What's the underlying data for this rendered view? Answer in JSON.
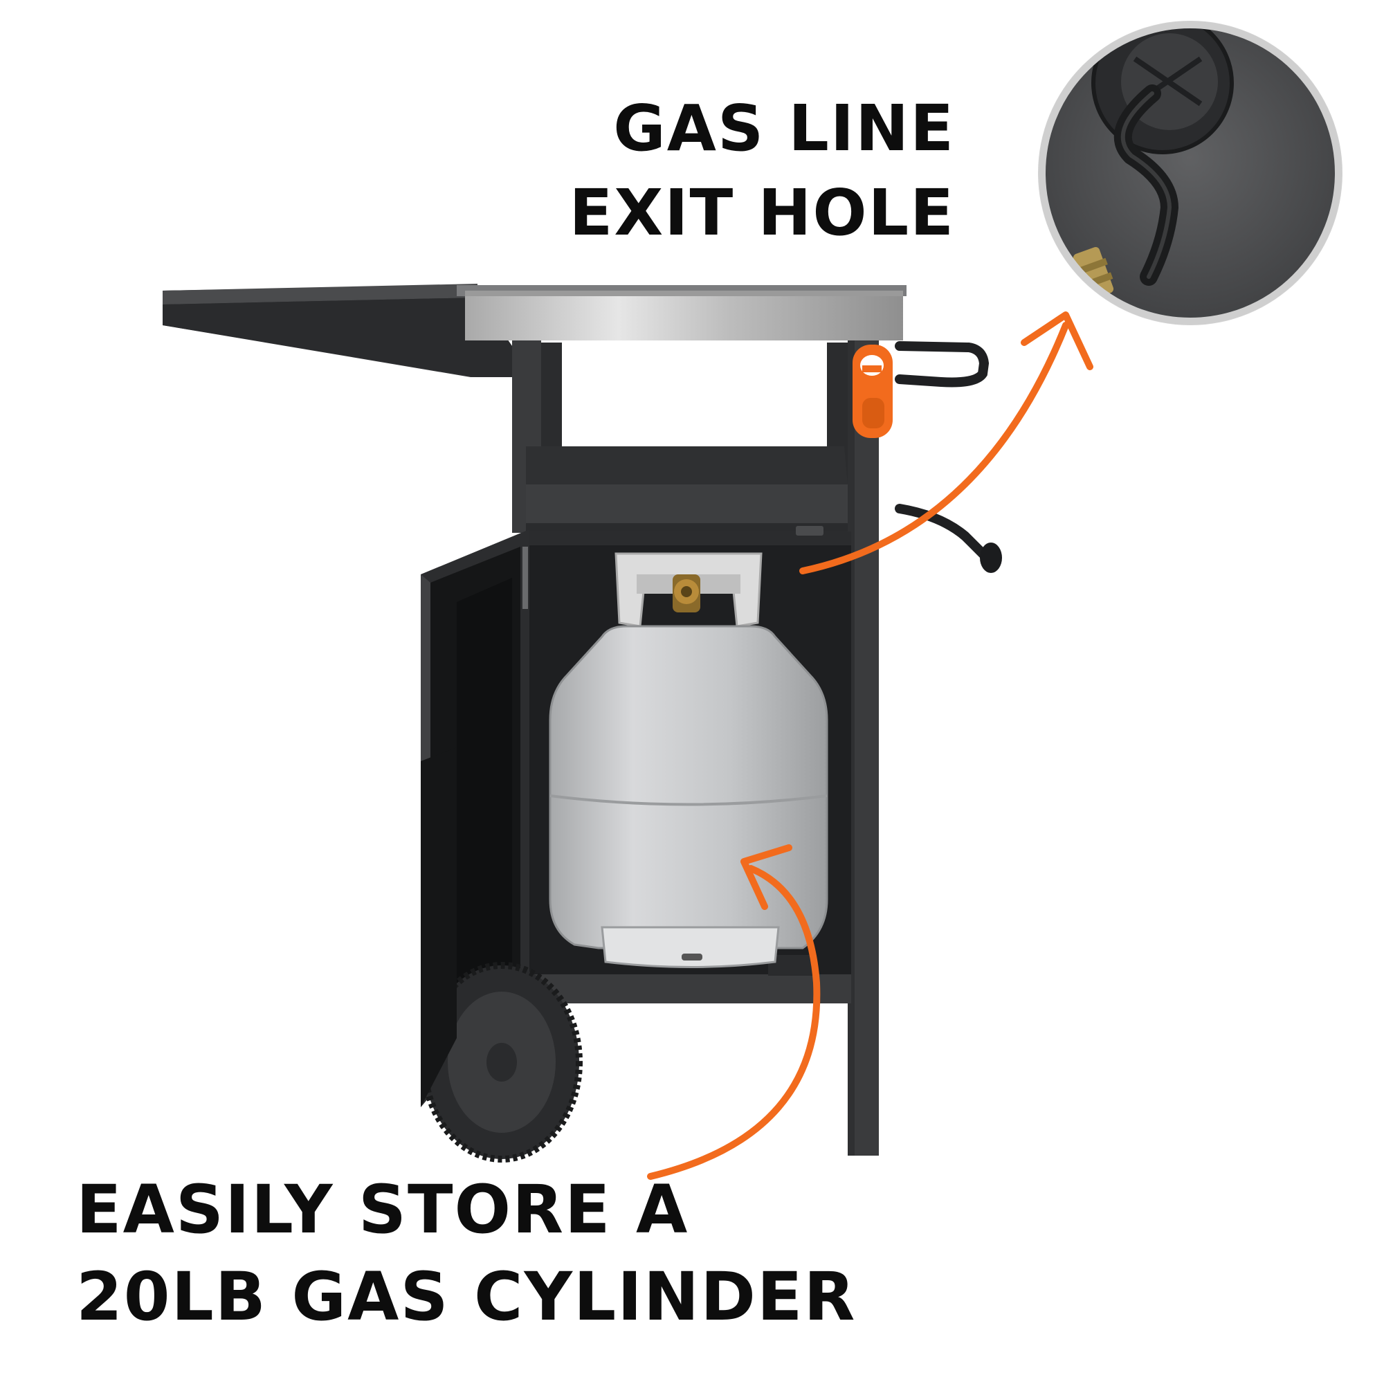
{
  "captions": {
    "gas_line_line1": "GAS LINE",
    "gas_line_line2": "EXIT HOLE",
    "storage_line1": "EASILY STORE A",
    "storage_line2": "20LB GAS CYLINDER"
  },
  "colors": {
    "background": "#ffffff",
    "accent_orange": "#f26b1d",
    "cart_body": "#3a3b3d",
    "cylinder": "#c7c9cb",
    "stainless": "#c8c8c8",
    "text": "#0d0d0d"
  },
  "icons": {
    "bottle_opener": "bottle-opener-icon",
    "callout_arrow": "curved-arrow-icon"
  }
}
